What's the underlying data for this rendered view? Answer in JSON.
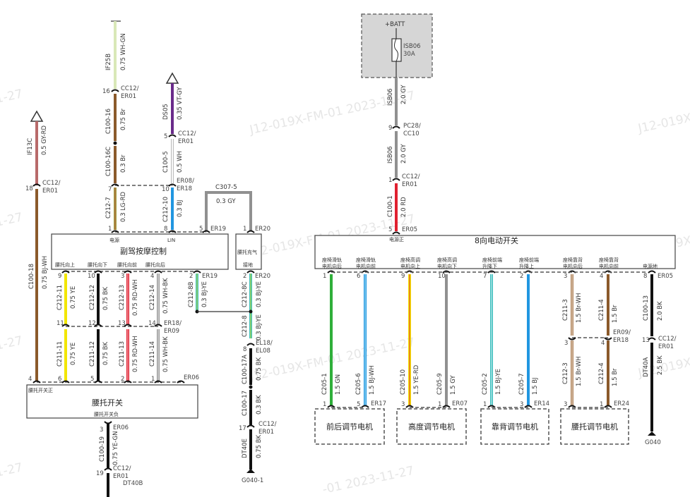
{
  "watermarks": [
    "1-27",
    "J12-019X-FM-01 2023-11-27",
    "J12-019X",
    "1-27",
    "J12-019X-FM-01 2023-11-27",
    "J12-019X",
    "1-27",
    "J12-019X-FM-01 2023-11-27",
    "J12-019X",
    "1-27",
    "-01 2023-11-27"
  ],
  "colors": {
    "brown": "#8B5A2B",
    "gy_rd": "#B86A6A",
    "wh_gn": "#D9E8B8",
    "vt_gy": "#6A2B8A",
    "white": "#F4F4F4",
    "lg_rd": "#A0A040",
    "blue": "#2196E0",
    "gray": "#909090",
    "yellow": "#F2E600",
    "black": "#111111",
    "red": "#E02030",
    "cyan": "#3FBFBF",
    "green": "#2FAF3A",
    "lightbrown": "#B0845A"
  },
  "left": {
    "wire_if13c": {
      "circuit": "IF13C",
      "spec": "0.5 GY-RD"
    },
    "wire_if25b": {
      "circuit": "IF25B",
      "spec": "0.75 WH-GN"
    },
    "wire_ds05": {
      "circuit": "DS05",
      "spec": "0.35 VT-GY"
    },
    "c100_16": {
      "circuit": "C100-16",
      "spec": "0.75 Br",
      "pin": "16",
      "conn": [
        "CC12/",
        "ER01"
      ]
    },
    "c100_16c": {
      "circuit": "C100-16C",
      "spec": "0.3 Br"
    },
    "c100_5": {
      "circuit": "C100-5",
      "spec": "0.5 WH",
      "pin": "5",
      "conn": [
        "CC12/",
        "ER01"
      ]
    },
    "c212_7": {
      "circuit": "C212-7",
      "spec": "0.3 LG-RD",
      "pin_top": "7",
      "pin_bot": "1"
    },
    "c212_10": {
      "circuit": "C212-10",
      "spec": "0.3 BJ",
      "pin_top": "10",
      "pin_bot": "8",
      "conn": [
        "ER08/",
        "ER18"
      ]
    },
    "c307_5": {
      "circuit": "C307-5",
      "spec": "0.3 GY",
      "pin_left": "5",
      "conn_left": "ER19",
      "pin_right": "1",
      "conn_right": "ER20"
    },
    "c100_18": {
      "circuit": "C100-18",
      "spec": "0.75 BJ-WH",
      "pin_top": "18",
      "conn": [
        "CC12/",
        "ER01"
      ],
      "pin_bot": "4"
    },
    "massage_module": {
      "title": "副驾按摩控制",
      "pin_power": "电源",
      "pin_lin": "LIN",
      "pins": [
        "腰托向上",
        "腰托向下",
        "腰托向前",
        "腰托向后"
      ]
    },
    "inflate_module": {
      "title": "腰托充气",
      "pin": "接地"
    },
    "c212_11": {
      "circuit": "C212-11",
      "spec": "0.75 YE",
      "pin_top": "9",
      "pin_bot": "11"
    },
    "c212_12": {
      "circuit": "C212-12",
      "spec": "0.75 BK",
      "pin_top": "10",
      "pin_bot": "12"
    },
    "c212_13": {
      "circuit": "C212-13",
      "spec": "0.75 RD-WH",
      "pin_top": "3",
      "pin_bot": "13"
    },
    "c212_14": {
      "circuit": "C212-14",
      "spec": "0.75 WH-BK",
      "pin_top": "4",
      "pin_bot": "14",
      "conn": [
        "ER18/",
        "ER09"
      ]
    },
    "c212_8b": {
      "circuit": "C212-8B",
      "spec": "0.3 BJ-YE",
      "pin": "2",
      "conn": "ER19"
    },
    "c212_8c": {
      "circuit": "C212-8C",
      "spec": "0.3 BJ-YE",
      "pin": "2",
      "conn": "ER20"
    },
    "c212_8": {
      "circuit": "C212-8",
      "spec": "0.3 BJ-YE",
      "pin": "8",
      "conn": [
        "EL18/",
        "EL08"
      ]
    },
    "c100_17a": {
      "circuit": "C100-17A",
      "spec": "0.75 BK"
    },
    "c100_17": {
      "circuit": "C100-17",
      "spec": "0.3 BK",
      "pin": "17",
      "conn": [
        "CC12/",
        "ER01"
      ]
    },
    "dt40e": {
      "circuit": "DT40E",
      "spec": "0.75 BK",
      "ground": "G040-1"
    },
    "c211_11": {
      "circuit": "C211-11",
      "spec": "0.75 YE",
      "pin": "6"
    },
    "c211_12": {
      "circuit": "C211-12",
      "spec": "0.75 BK",
      "pin": "5"
    },
    "c211_13": {
      "circuit": "C211-13",
      "spec": "0.75 RD-WH",
      "pin": "2"
    },
    "c211_14": {
      "circuit": "C211-14",
      "spec": "0.75 WH-BK",
      "pin": "1",
      "conn": "ER06"
    },
    "lumbar_switch": {
      "title": "腰托开关",
      "pin_top": "腰托开关正",
      "pin_bottom": "腰托开关负"
    },
    "c100_19": {
      "circuit": "C100-19",
      "spec": "0.75 YE-GN",
      "pin_top": "3",
      "conn_top": "ER06",
      "pin_bot": "19",
      "conn_bot": [
        "CC12/",
        "ER01"
      ],
      "next": "DT40B"
    }
  },
  "right": {
    "batt": {
      "label": "+BATT",
      "fuse": "ISB06",
      "rating": "30A"
    },
    "isb06_a": {
      "circuit": "ISB06",
      "spec": "2.0 GY",
      "pin": "9",
      "conn": [
        "PC28/",
        "CC10"
      ]
    },
    "isb06_b": {
      "circuit": "ISB06",
      "spec": "2.0 GY",
      "pin": "1",
      "conn": [
        "CC12/",
        "ER01"
      ]
    },
    "c100_1": {
      "circuit": "C100-1",
      "spec": "2.0 RD",
      "pin": "5",
      "conn": "ER05"
    },
    "switch": {
      "title": "8向电动开关",
      "power_pin": "电源正",
      "pins": [
        {
          "label": "座椅滑轨电机向后",
          "num": "1"
        },
        {
          "label": "座椅滑轨电机向前",
          "num": "6"
        },
        {
          "label": "座椅高调电机向上",
          "num": "9"
        },
        {
          "label": "座椅高调电机向下",
          "num": "10"
        },
        {
          "label": "座椅前端升降下",
          "num": "7"
        },
        {
          "label": "座椅前端升降上",
          "num": "2"
        },
        {
          "label": "座椅靠背电机向后",
          "num": "3"
        },
        {
          "label": "座椅靠背电机向前",
          "num": "4"
        },
        {
          "label": "电源地",
          "num": "8",
          "conn": "ER05"
        }
      ]
    },
    "wires": [
      {
        "circuit": "C205-1",
        "spec": "1.5 GN",
        "pin": "1"
      },
      {
        "circuit": "C205-6",
        "spec": "1.5 BJ-WH",
        "pin": "5",
        "conn": "ER17"
      },
      {
        "circuit": "C205-10",
        "spec": "1.5 YE-RD",
        "pin": "3"
      },
      {
        "circuit": "C205-9",
        "spec": "1.5 GY",
        "pin": "1",
        "conn": "ER07"
      },
      {
        "circuit": "C205-2",
        "spec": "1.5 BJ-YE",
        "pin": "1"
      },
      {
        "circuit": "C205-7",
        "spec": "1.5 BJ",
        "pin": "3",
        "conn": "ER14"
      }
    ],
    "c211_3": {
      "circuit": "C211-3",
      "spec": "1.5 Br-WH"
    },
    "c211_4": {
      "circuit": "C211-4",
      "spec": "1.5 Br",
      "conn": [
        "ER09/",
        "ER18"
      ]
    },
    "c212_3": {
      "circuit": "C212-3",
      "spec": "1.5 Br-WH",
      "pin_top": "3",
      "pin_bot": "3"
    },
    "c212_4": {
      "circuit": "C212-4",
      "spec": "1.5 Br",
      "pin_top": "4",
      "pin_bot": "1",
      "conn": "ER24"
    },
    "c100_13": {
      "circuit": "C100-13",
      "spec": "2.0 BK",
      "pin": "13",
      "conn": [
        "CC12/",
        "ER01"
      ]
    },
    "dt40a": {
      "circuit": "DT40A",
      "spec": "2.5 BK",
      "ground": "G040"
    },
    "motors": [
      "前后调节电机",
      "高度调节电机",
      "靠背调节电机",
      "腰托调节电机"
    ]
  }
}
